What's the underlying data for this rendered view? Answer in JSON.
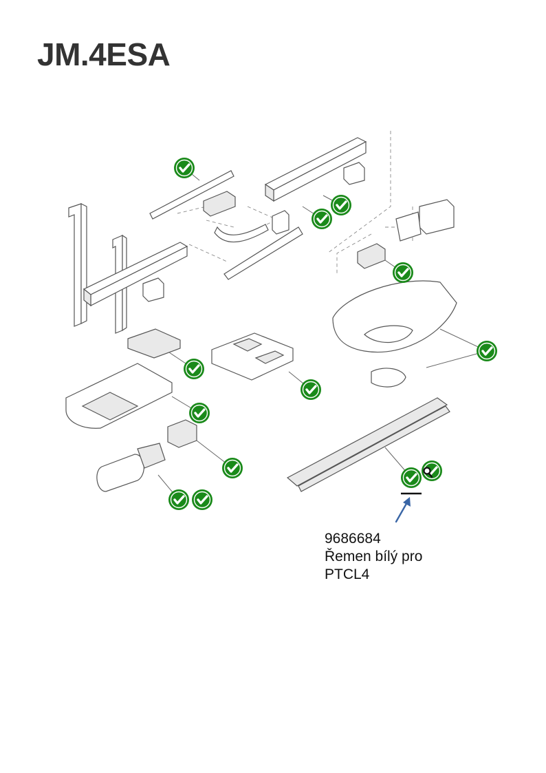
{
  "title": "JM.4ESA",
  "callout": {
    "part_number": "9686684",
    "line2": "Řemen bílý pro",
    "line3": "PTCL4"
  },
  "colors": {
    "check_fill": "#1a8a1a",
    "arrow": "#3a66a6",
    "title": "#333333"
  },
  "icons": [
    "check-icon",
    "magnifier-icon",
    "arrow-icon"
  ]
}
